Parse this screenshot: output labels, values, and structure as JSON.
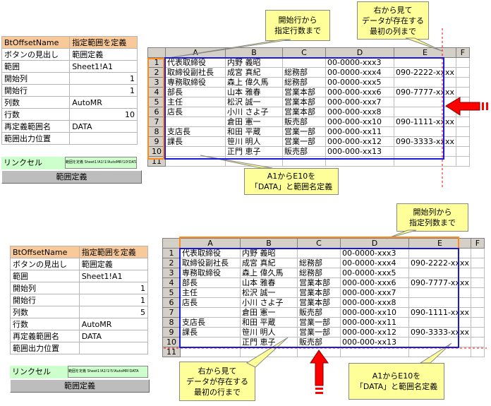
{
  "top": {
    "panel": {
      "header": [
        "BtOffsetName",
        "指定範囲を定義"
      ],
      "rows": [
        [
          "ボタンの見出し",
          "範囲定義"
        ],
        [
          "範囲",
          "Sheet1!A1"
        ],
        [
          "開始列",
          "1"
        ],
        [
          "開始行",
          "1"
        ],
        [
          "列数",
          "AutoMR"
        ],
        [
          "行数",
          "10"
        ],
        [
          "再定義範囲名",
          "DATA"
        ],
        [
          "範囲出力位置",
          ""
        ]
      ]
    },
    "link_label": "リンクセル",
    "link_value": "範囲を定義 Sheet1!A1!1!AutoMR!10!DATA",
    "button": "範囲定義",
    "callout_a": [
      "開始行から",
      "指定行数まで"
    ],
    "callout_b": [
      "右から見て",
      "データが存在する",
      "最初の列まで"
    ],
    "callout_c": [
      "A1からE10を",
      "「DATA」と範囲名定義"
    ]
  },
  "bottom": {
    "panel": {
      "header": [
        "BtOffsetName",
        "指定範囲を定義"
      ],
      "rows": [
        [
          "ボタンの見出し",
          "範囲定義"
        ],
        [
          "範囲",
          "Sheet1!A1"
        ],
        [
          "開始列",
          "1"
        ],
        [
          "開始行",
          "1"
        ],
        [
          "列数",
          "5"
        ],
        [
          "行数",
          "AutoMR"
        ],
        [
          "再定義範囲名",
          "DATA"
        ],
        [
          "範囲出力位置",
          ""
        ]
      ]
    },
    "link_label": "リンクセル",
    "link_value": "範囲を定義 Sheet1!A1!1!5!AutoMR!DATA",
    "button": "範囲定義",
    "callout_a": [
      "開始列から",
      "指定列数まで"
    ],
    "callout_b": [
      "右から見て",
      "データが存在する",
      "最初の行まで"
    ],
    "callout_c": [
      "A1からE10を",
      "「DATA」と範囲名定義"
    ]
  },
  "sheet": {
    "columns": [
      "A",
      "B",
      "C",
      "D",
      "E",
      "F"
    ],
    "rows": [
      [
        "代表取締役",
        "内野 義昭",
        "",
        "00-0000-xxx3",
        ""
      ],
      [
        "取締役副社長",
        "成宮 真紀",
        "総務部",
        "00-0000-xxx4",
        "090-2222-xxxx"
      ],
      [
        "専務取締役",
        "森上 偉久馬",
        "総務部",
        "00-0000-xxx5",
        ""
      ],
      [
        "部長",
        "山本 雅春",
        "営業本部",
        "000-000-xxx6",
        "090-7777-xxxx"
      ],
      [
        "主任",
        "松沢 誠一",
        "営業本部",
        "000-000-xxx7",
        ""
      ],
      [
        "店長",
        "小川 さよ子",
        "営業本部",
        "000-000-xxx8",
        ""
      ],
      [
        "",
        "倉田 憲一",
        "販売部",
        "000-000-xx10",
        "090-1111-xxxx"
      ],
      [
        "支店長",
        "和田 平蔵",
        "営業一部",
        "000-000-xx11",
        ""
      ],
      [
        "課長",
        "笹川 明人",
        "営業一部",
        "000-000-xx12",
        "090-3333-xxxx"
      ],
      [
        "",
        "正門 恵子",
        "販売部",
        "000-000-xx13",
        ""
      ],
      [
        "",
        "",
        "",
        "",
        ""
      ]
    ]
  },
  "colors": {
    "orange": "#ff6600",
    "blue": "#1a1adc",
    "red": "#ff0000",
    "callout": "#ffff99"
  }
}
